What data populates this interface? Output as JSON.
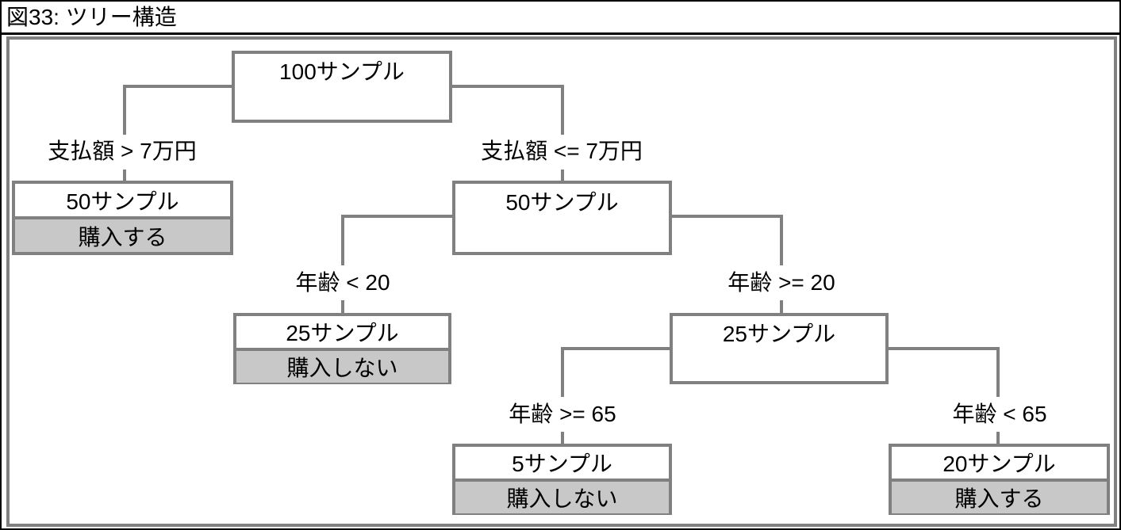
{
  "figure": {
    "title": "図33: ツリー構造",
    "type": "decision-tree"
  },
  "colors": {
    "frame_black": "#000000",
    "line_gray": "#808080",
    "leaf_fill": "#c8c8c8",
    "text_black": "#000000",
    "background": "#ffffff"
  },
  "tree": {
    "nodes": {
      "root": {
        "samples": "100サンプル"
      },
      "pay_gt": {
        "samples": "50サンプル",
        "class": "購入する"
      },
      "pay_le": {
        "samples": "50サンプル"
      },
      "age_lt20": {
        "samples": "25サンプル",
        "class": "購入しない"
      },
      "age_ge20": {
        "samples": "25サンプル"
      },
      "age_ge65": {
        "samples": "5サンプル",
        "class": "購入しない"
      },
      "age_lt65": {
        "samples": "20サンプル",
        "class": "購入する"
      }
    },
    "branches": {
      "pay_gt": "支払額 > 7万円",
      "pay_le": "支払額 <= 7万円",
      "age_lt20": "年齢 < 20",
      "age_ge20": "年齢 >= 20",
      "age_ge65": "年齢 >= 65",
      "age_lt65": "年齢 < 65"
    },
    "structure": [
      {
        "parent": "root",
        "condition": "支払額 > 7万円",
        "child": "pay_gt",
        "child_is_leaf": true
      },
      {
        "parent": "root",
        "condition": "支払額 <= 7万円",
        "child": "pay_le",
        "child_is_leaf": false
      },
      {
        "parent": "pay_le",
        "condition": "年齢 < 20",
        "child": "age_lt20",
        "child_is_leaf": true
      },
      {
        "parent": "pay_le",
        "condition": "年齢 >= 20",
        "child": "age_ge20",
        "child_is_leaf": false
      },
      {
        "parent": "age_ge20",
        "condition": "年齢 >= 65",
        "child": "age_ge65",
        "child_is_leaf": true
      },
      {
        "parent": "age_ge20",
        "condition": "年齢 < 65",
        "child": "age_lt65",
        "child_is_leaf": true
      }
    ]
  }
}
